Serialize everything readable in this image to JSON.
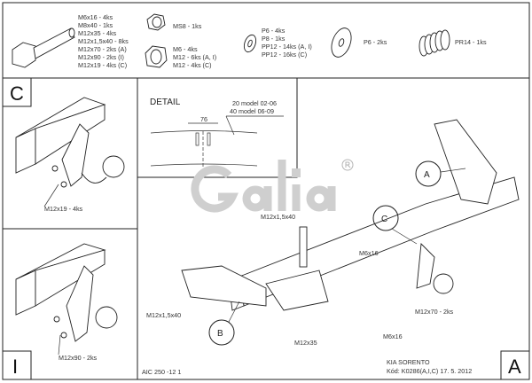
{
  "parts": {
    "bolts": [
      "M6x16 - 4ks",
      "M8x40 - 1ks",
      "M12x35 - 4ks",
      "M12x1,5x40 - 8ks",
      "M12x70 - 2ks (A)",
      "M12x90 - 2ks (I)",
      "M12x19 - 4ks (C)"
    ],
    "lock_nut": "MS8 - 1ks",
    "nuts": [
      "M6 - 4ks",
      "M12 - 6ks (A, I)",
      "M12 - 4ks (C)"
    ],
    "washers": [
      "P6 - 4ks",
      "P8 - 1ks",
      "PP12 - 14ks (A, I)",
      "PP12 - 16ks (C)"
    ],
    "large_washer": "P6 - 2ks",
    "spring_washer": "PR14 - 1ks"
  },
  "variant_c": {
    "letter": "C",
    "bolt_label": "M12x19 - 4ks"
  },
  "variant_i": {
    "letter": "I",
    "bolt_label": "M12x90 - 2ks"
  },
  "detail": {
    "title": "DETAIL",
    "dimension": "76",
    "note_1": "20 model 02-06",
    "note_2": "40 model 06-09"
  },
  "watermark": {
    "logo": "Galia",
    "registered": "®"
  },
  "main": {
    "callouts": [
      "A",
      "B",
      "C"
    ],
    "labels": {
      "m12x1_5x40_top": "M12x1,5x40",
      "m6x16_top": "M6x16",
      "m12x1_5x40_left": "M12x1,5x40",
      "m12x35": "M12x35",
      "m6x16_bottom": "M6x16",
      "m12x70": "M12x70 - 2ks"
    }
  },
  "title_block": {
    "drawing_no": "AIC 250 -12 1",
    "vehicle": "KIA SORENTO",
    "code_line": "Kód: K0286(A,I,C)  17. 5. 2012",
    "variant_letter": "A"
  }
}
